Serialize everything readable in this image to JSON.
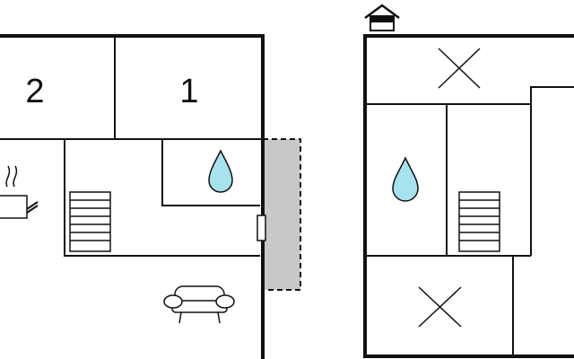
{
  "floor_plan": {
    "rooms": {
      "bedroom_left_number": "2",
      "bedroom_right_number": "1"
    },
    "icons": {
      "house_marker": "house-icon",
      "water_drop": "water-drop-icon",
      "stairs": "stairs-icon",
      "cooking_pot": "cooking-pot-icon",
      "armchair": "armchair-icon",
      "void_marker": "cross-icon",
      "terrace": "terrace-hatch",
      "door": "door-icon"
    },
    "colors": {
      "walls": "#111111",
      "water": "#a6e3ef",
      "terrace": "#c8c8c8"
    }
  }
}
